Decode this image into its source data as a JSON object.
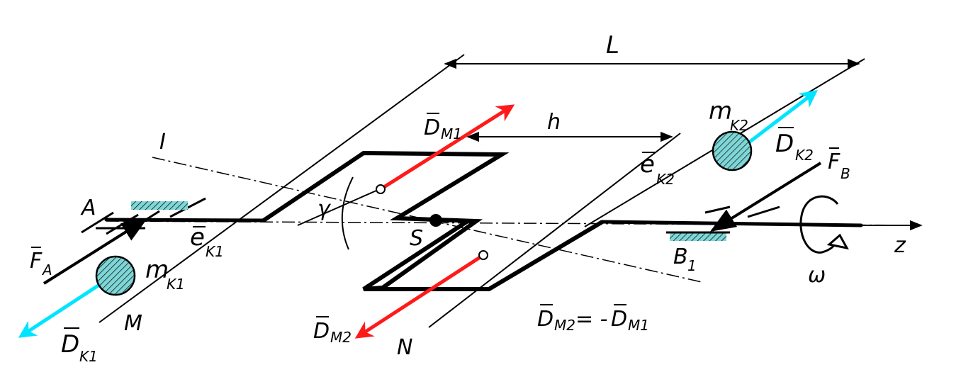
{
  "labels": {
    "L": "L",
    "h": "h",
    "I": "I",
    "A": "A",
    "FA": "F",
    "FA_sub": "A",
    "FB": "F",
    "FB_sub": "B",
    "mK1": "m",
    "mK1_sub": "K1",
    "mK2": "m",
    "mK2_sub": "K2",
    "eK1": "e",
    "eK1_sub": "K1",
    "eK2": "e",
    "eK2_sub": "K2",
    "DM1": "D",
    "DM1_sub": "M1",
    "DM2": "D",
    "DM2_sub": "M2",
    "DK1": "D",
    "DK1_sub": "K1",
    "DK2": "D",
    "DK2_sub": "K2",
    "gamma": "γ",
    "S": "S",
    "M": "M",
    "N": "N",
    "B": "B",
    "B_sub": "1",
    "z": "z",
    "omega": "ω",
    "eq": "D",
    "eq_sub1": "M2",
    "eq_mid": " = - ",
    "eq2": "D",
    "eq_sub2": "M1"
  },
  "colors": {
    "centrifugal_force": "#ff1a1a",
    "balancing_force": "#00e5ff",
    "mass_fill": "#7fd6d6",
    "line": "#000000"
  }
}
